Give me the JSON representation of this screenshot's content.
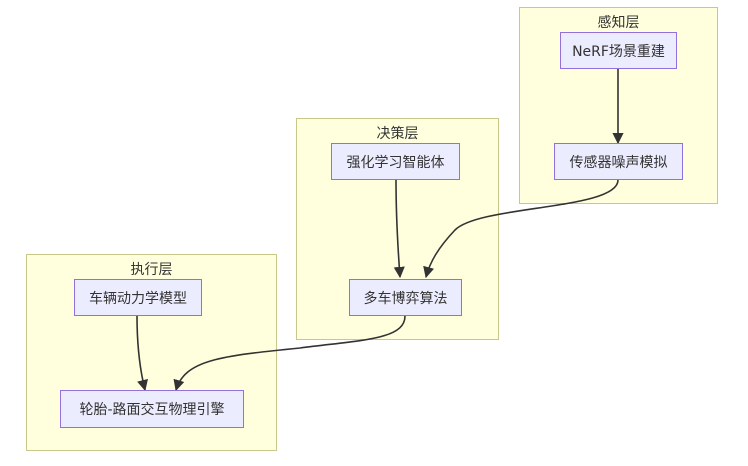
{
  "clusters": {
    "perception": {
      "title": "感知层"
    },
    "decision": {
      "title": "决策层"
    },
    "execution": {
      "title": "执行层"
    }
  },
  "nodes": {
    "nerf": {
      "label": "NeRF场景重建"
    },
    "sensor_noise": {
      "label": "传感器噪声模拟"
    },
    "rl_agent": {
      "label": "强化学习智能体"
    },
    "multi_vehicle": {
      "label": "多车博弈算法"
    },
    "vehicle_dynamics": {
      "label": "车辆动力学模型"
    },
    "tire_road": {
      "label": "轮胎-路面交互物理引擎"
    }
  },
  "edges": [
    {
      "from": "nerf",
      "to": "sensor_noise"
    },
    {
      "from": "sensor_noise",
      "to": "multi_vehicle"
    },
    {
      "from": "rl_agent",
      "to": "multi_vehicle"
    },
    {
      "from": "multi_vehicle",
      "to": "tire_road"
    },
    {
      "from": "vehicle_dynamics",
      "to": "tire_road"
    }
  ],
  "colors": {
    "cluster_fill": "#ffffde",
    "cluster_border": "#c8c88a",
    "node_fill": "#ececff",
    "node_border": "#9370db",
    "edge": "#333333"
  }
}
